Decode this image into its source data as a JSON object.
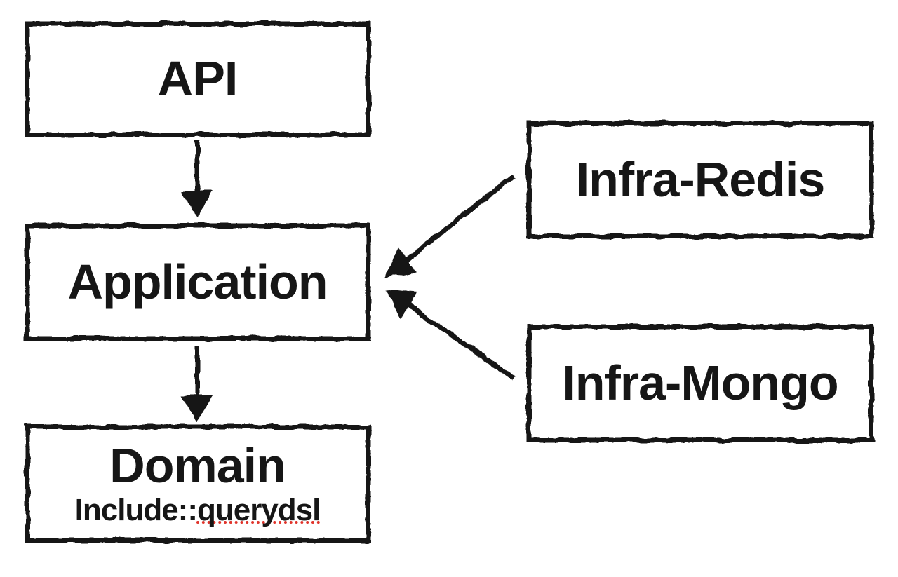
{
  "diagram": {
    "type": "architecture-dependency-diagram",
    "style": "hand-drawn-sketch",
    "background_color": "#ffffff",
    "stroke_color": "#161616",
    "text_color": "#161616",
    "spellcheck_underline_color": "#e0342b",
    "nodes": [
      {
        "id": "api",
        "label": "API"
      },
      {
        "id": "application",
        "label": "Application"
      },
      {
        "id": "domain",
        "label": "Domain",
        "sublabel": {
          "prefix": "Include::",
          "flagged": "querydsl"
        }
      },
      {
        "id": "infra_redis",
        "label": "Infra-Redis"
      },
      {
        "id": "infra_mongo",
        "label": "Infra-Mongo"
      }
    ],
    "edges": [
      {
        "from": "api",
        "to": "application",
        "arrowhead": "filled-triangle"
      },
      {
        "from": "application",
        "to": "domain",
        "arrowhead": "filled-triangle"
      },
      {
        "from": "infra_redis",
        "to": "application",
        "arrowhead": "filled-triangle"
      },
      {
        "from": "infra_mongo",
        "to": "application",
        "arrowhead": "filled-triangle"
      }
    ]
  }
}
